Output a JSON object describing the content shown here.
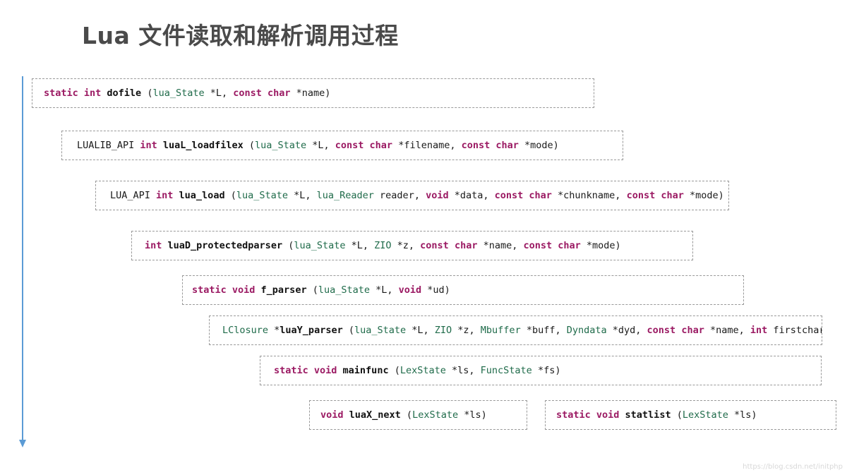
{
  "title": "Lua 文件读取和解析调用过程",
  "colors": {
    "keyword": "#9b1a63",
    "type": "#1f6b4a",
    "function": "#111111",
    "arrow": "#5b9bd5",
    "border": "#9a9a9a"
  },
  "boxes": [
    {
      "tokens": [
        {
          "t": "static int ",
          "c": "kw"
        },
        {
          "t": "dofile",
          "c": "fn"
        },
        {
          "t": " (",
          "c": "pl"
        },
        {
          "t": "lua_State",
          "c": "ty"
        },
        {
          "t": " *L, ",
          "c": "pl"
        },
        {
          "t": "const char",
          "c": "kw"
        },
        {
          "t": " *name)",
          "c": "pl"
        }
      ]
    },
    {
      "tokens": [
        {
          "t": "LUALIB_API ",
          "c": "pl"
        },
        {
          "t": "int ",
          "c": "kw"
        },
        {
          "t": "luaL_loadfilex",
          "c": "fn"
        },
        {
          "t": " (",
          "c": "pl"
        },
        {
          "t": "lua_State",
          "c": "ty"
        },
        {
          "t": " *L, ",
          "c": "pl"
        },
        {
          "t": "const char",
          "c": "kw"
        },
        {
          "t": " *filename, ",
          "c": "pl"
        },
        {
          "t": "const char",
          "c": "kw"
        },
        {
          "t": " *mode)",
          "c": "pl"
        }
      ]
    },
    {
      "tokens": [
        {
          "t": "LUA_API ",
          "c": "pl"
        },
        {
          "t": "int ",
          "c": "kw"
        },
        {
          "t": "lua_load",
          "c": "fn"
        },
        {
          "t": " (",
          "c": "pl"
        },
        {
          "t": "lua_State",
          "c": "ty"
        },
        {
          "t": " *L, ",
          "c": "pl"
        },
        {
          "t": "lua_Reader",
          "c": "ty"
        },
        {
          "t": " reader, ",
          "c": "pl"
        },
        {
          "t": "void",
          "c": "kw"
        },
        {
          "t": " *data, ",
          "c": "pl"
        },
        {
          "t": "const char",
          "c": "kw"
        },
        {
          "t": " *chunkname, ",
          "c": "pl"
        },
        {
          "t": "const char",
          "c": "kw"
        },
        {
          "t": " *mode)",
          "c": "pl"
        }
      ]
    },
    {
      "tokens": [
        {
          "t": "int ",
          "c": "kw"
        },
        {
          "t": "luaD_protectedparser",
          "c": "fn"
        },
        {
          "t": " (",
          "c": "pl"
        },
        {
          "t": "lua_State",
          "c": "ty"
        },
        {
          "t": " *L, ",
          "c": "pl"
        },
        {
          "t": "ZIO",
          "c": "ty"
        },
        {
          "t": " *z, ",
          "c": "pl"
        },
        {
          "t": "const char",
          "c": "kw"
        },
        {
          "t": " *name, ",
          "c": "pl"
        },
        {
          "t": "const char",
          "c": "kw"
        },
        {
          "t": " *mode)",
          "c": "pl"
        }
      ]
    },
    {
      "tokens": [
        {
          "t": "static void ",
          "c": "kw"
        },
        {
          "t": "f_parser",
          "c": "fn"
        },
        {
          "t": " (",
          "c": "pl"
        },
        {
          "t": "lua_State",
          "c": "ty"
        },
        {
          "t": " *L, ",
          "c": "pl"
        },
        {
          "t": "void",
          "c": "kw"
        },
        {
          "t": " *ud)",
          "c": "pl"
        }
      ]
    },
    {
      "tokens": [
        {
          "t": "LClosure",
          "c": "ty"
        },
        {
          "t": " *",
          "c": "pl"
        },
        {
          "t": "luaY_parser",
          "c": "fn"
        },
        {
          "t": " (",
          "c": "pl"
        },
        {
          "t": "lua_State",
          "c": "ty"
        },
        {
          "t": " *L, ",
          "c": "pl"
        },
        {
          "t": "ZIO",
          "c": "ty"
        },
        {
          "t": " *z, ",
          "c": "pl"
        },
        {
          "t": "Mbuffer",
          "c": "ty"
        },
        {
          "t": " *buff, ",
          "c": "pl"
        },
        {
          "t": "Dyndata",
          "c": "ty"
        },
        {
          "t": " *dyd, ",
          "c": "pl"
        },
        {
          "t": "const char",
          "c": "kw"
        },
        {
          "t": " *name, ",
          "c": "pl"
        },
        {
          "t": "int",
          "c": "kw"
        },
        {
          "t": " firstchar)",
          "c": "pl"
        }
      ]
    },
    {
      "tokens": [
        {
          "t": "static void ",
          "c": "kw"
        },
        {
          "t": "mainfunc",
          "c": "fn"
        },
        {
          "t": " (",
          "c": "pl"
        },
        {
          "t": "LexState",
          "c": "ty"
        },
        {
          "t": " *ls, ",
          "c": "pl"
        },
        {
          "t": "FuncState",
          "c": "ty"
        },
        {
          "t": " *fs)",
          "c": "pl"
        }
      ]
    },
    {
      "tokens": [
        {
          "t": "void ",
          "c": "kw"
        },
        {
          "t": "luaX_next",
          "c": "fn"
        },
        {
          "t": " (",
          "c": "pl"
        },
        {
          "t": "LexState",
          "c": "ty"
        },
        {
          "t": " *ls)",
          "c": "pl"
        }
      ]
    },
    {
      "tokens": [
        {
          "t": "static void ",
          "c": "kw"
        },
        {
          "t": "statlist",
          "c": "fn"
        },
        {
          "t": " (",
          "c": "pl"
        },
        {
          "t": "LexState",
          "c": "ty"
        },
        {
          "t": " *ls)",
          "c": "pl"
        }
      ]
    }
  ],
  "watermark": "https://blog.csdn.net/initphp"
}
